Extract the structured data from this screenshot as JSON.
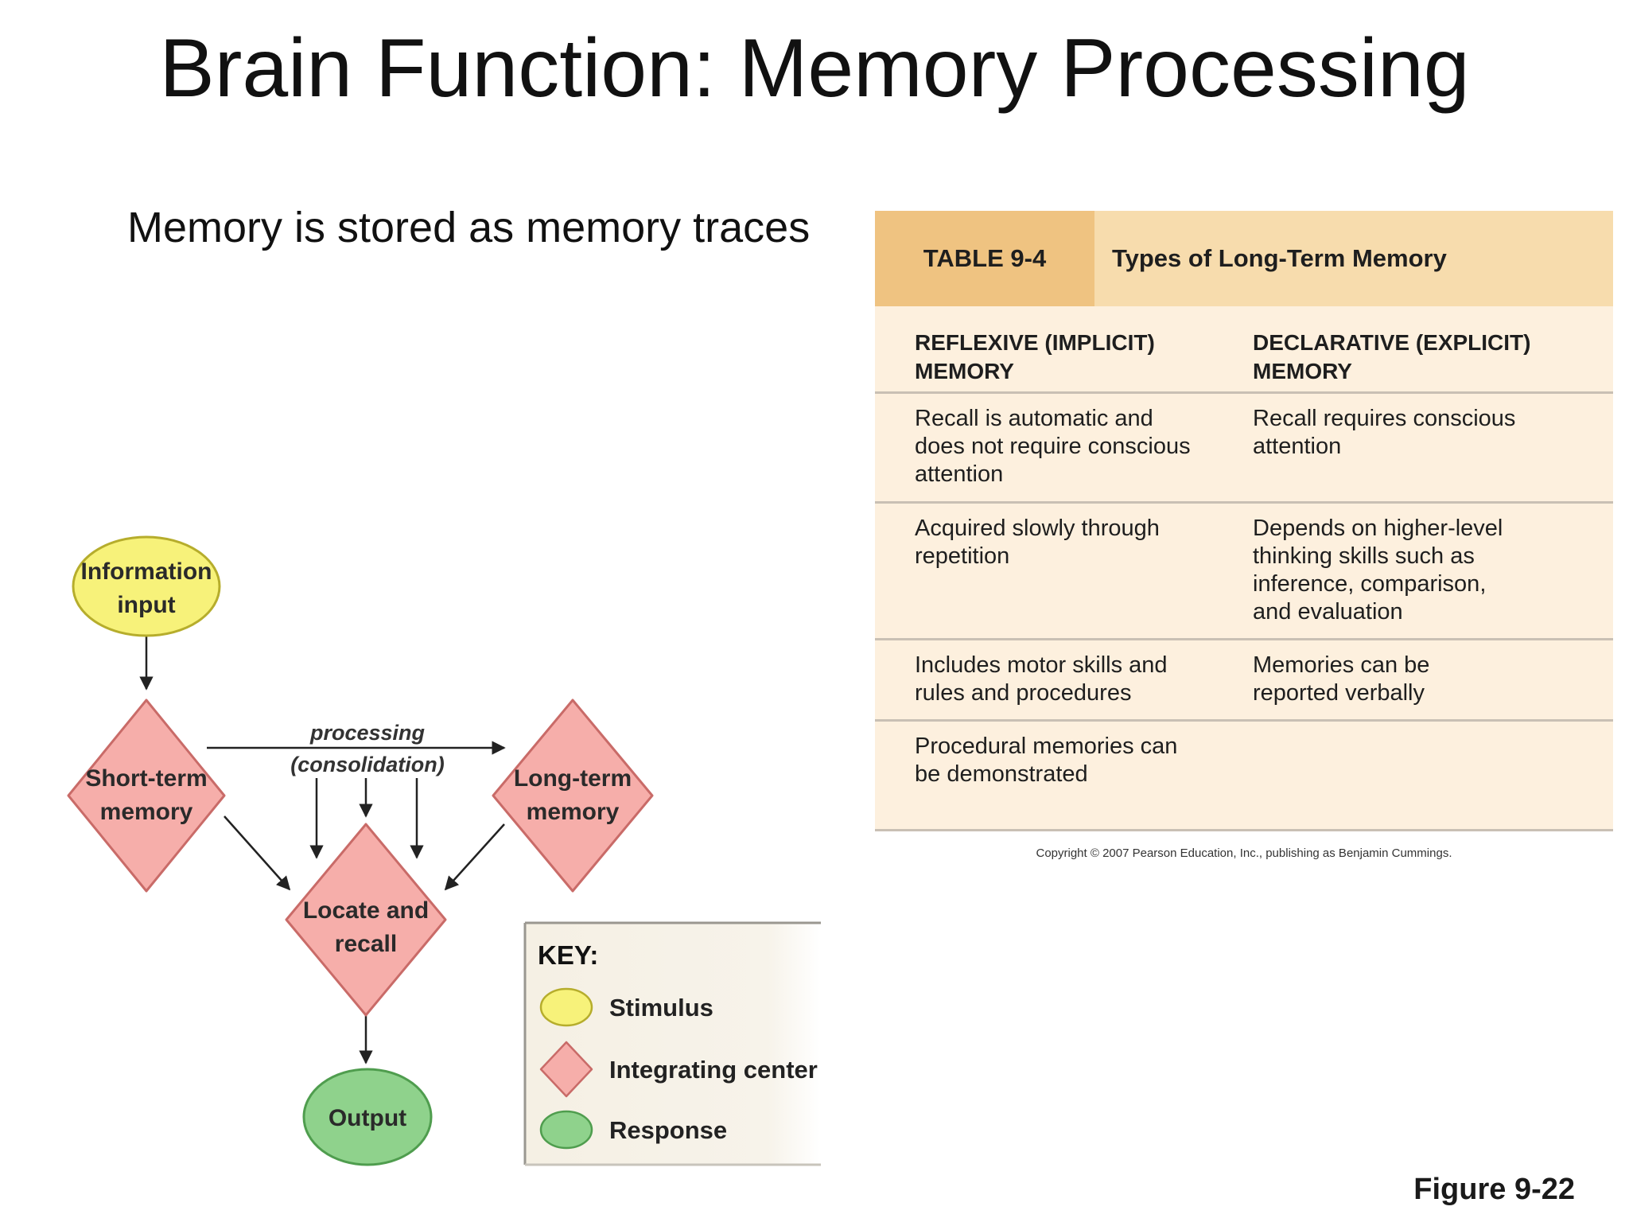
{
  "slide": {
    "title": "Brain Function: Memory Processing",
    "bullet": "Memory is stored as memory traces",
    "figure_label": "Figure 9-22"
  },
  "flowchart": {
    "nodes": {
      "info_input_line1": "Information",
      "info_input_line2": "input",
      "short_term_line1": "Short-term",
      "short_term_line2": "memory",
      "long_term_line1": "Long-term",
      "long_term_line2": "memory",
      "locate_line1": "Locate and",
      "locate_line2": "recall",
      "output": "Output"
    },
    "processing_line1": "processing",
    "processing_line2": "(consolidation)",
    "key": {
      "title": "KEY:",
      "stimulus": "Stimulus",
      "integrating": "Integrating center",
      "response": "Response"
    },
    "colors": {
      "stimulus_fill": "#f7f27a",
      "integrating_fill": "#f6aeaa",
      "response_fill": "#8fd28c"
    }
  },
  "table": {
    "number": "TABLE 9-4",
    "title": "Types of Long-Term Memory",
    "col1_header_line1": "REFLEXIVE (IMPLICIT)",
    "col1_header_line2": "MEMORY",
    "col2_header_line1": "DECLARATIVE (EXPLICIT)",
    "col2_header_line2": "MEMORY",
    "rows": [
      {
        "c1_l1": "Recall is automatic and",
        "c1_l2": "does not require conscious",
        "c1_l3": "attention",
        "c2_l1": "Recall requires conscious",
        "c2_l2": "attention",
        "c2_l3": "",
        "c2_l4": ""
      },
      {
        "c1_l1": "Acquired slowly through",
        "c1_l2": "repetition",
        "c1_l3": "",
        "c2_l1": "Depends on higher-level",
        "c2_l2": "thinking skills such as",
        "c2_l3": "inference, comparison,",
        "c2_l4": "and evaluation"
      },
      {
        "c1_l1": "Includes motor skills and",
        "c1_l2": "rules and procedures",
        "c1_l3": "",
        "c2_l1": "Memories can be",
        "c2_l2": "reported verbally",
        "c2_l3": "",
        "c2_l4": ""
      },
      {
        "c1_l1": "Procedural memories can",
        "c1_l2": "be demonstrated",
        "c1_l3": "",
        "c2_l1": "",
        "c2_l2": "",
        "c2_l3": "",
        "c2_l4": ""
      }
    ],
    "copyright": "Copyright © 2007 Pearson Education, Inc., publishing as Benjamin Cummings."
  }
}
